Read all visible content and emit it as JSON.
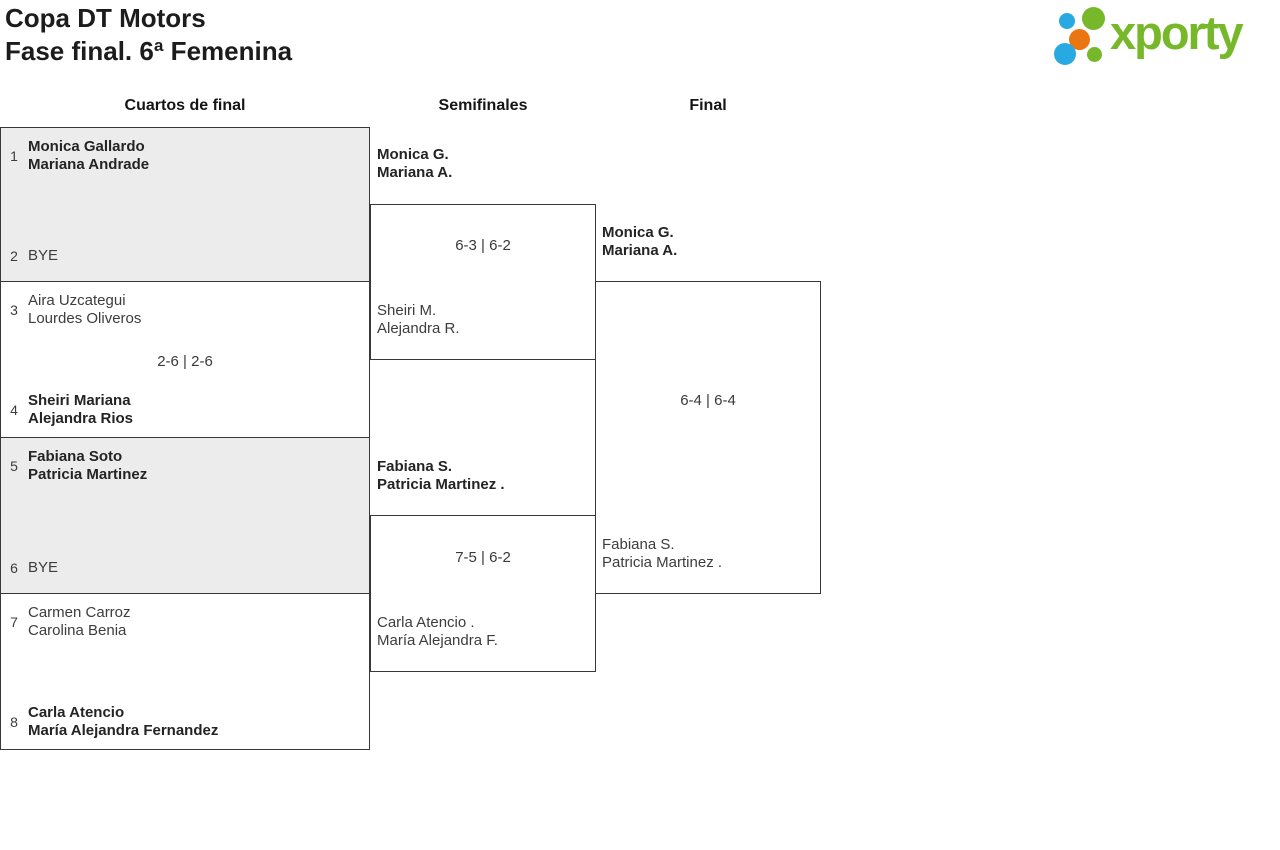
{
  "header": {
    "title_line1": "Copa DT Motors",
    "title_line2": "Fase final. 6ª Femenina"
  },
  "logo": {
    "text": "xporty",
    "green": "#76b82a",
    "blue": "#29a9e1",
    "orange": "#ea7612"
  },
  "round_headers": {
    "quarterfinals": "Cuartos de final",
    "semifinals": "Semifinales",
    "final": "Final"
  },
  "bracket": {
    "quarterfinals": [
      {
        "top": {
          "seed": "1",
          "name1": "Monica Gallardo",
          "name2": "Mariana Andrade",
          "winner": true
        },
        "bottom": {
          "seed": "2",
          "name1": "BYE",
          "winner": false
        },
        "score": ""
      },
      {
        "top": {
          "seed": "3",
          "name1": "Aira Uzcategui",
          "name2": "Lourdes Oliveros",
          "winner": false
        },
        "bottom": {
          "seed": "4",
          "name1": "Sheiri Mariana",
          "name2": "Alejandra Rios",
          "winner": true
        },
        "score": "2-6 | 2-6"
      },
      {
        "top": {
          "seed": "5",
          "name1": "Fabiana Soto",
          "name2": "Patricia Martinez",
          "winner": true
        },
        "bottom": {
          "seed": "6",
          "name1": "BYE",
          "winner": false
        },
        "score": ""
      },
      {
        "top": {
          "seed": "7",
          "name1": "Carmen Carroz",
          "name2": "Carolina Benia",
          "winner": false
        },
        "bottom": {
          "seed": "8",
          "name1": "Carla Atencio",
          "name2": "María Alejandra Fernandez",
          "winner": true
        },
        "score": ""
      }
    ],
    "semifinals": [
      {
        "top": {
          "name1": "Monica G.",
          "name2": "Mariana A.",
          "winner": true
        },
        "bottom": {
          "name1": "Sheiri M.",
          "name2": "Alejandra R.",
          "winner": false
        },
        "score": "6-3 | 6-2"
      },
      {
        "top": {
          "name1": "Fabiana S.",
          "name2": "Patricia Martinez .",
          "winner": true
        },
        "bottom": {
          "name1": "Carla Atencio .",
          "name2": "María Alejandra F.",
          "winner": false
        },
        "score": "7-5 | 6-2"
      }
    ],
    "final": {
      "top": {
        "name1": "Monica G.",
        "name2": "Mariana A.",
        "winner": true
      },
      "bottom": {
        "name1": "Fabiana S.",
        "name2": "Patricia Martinez .",
        "winner": false
      },
      "score": "6-4 | 6-4"
    }
  }
}
